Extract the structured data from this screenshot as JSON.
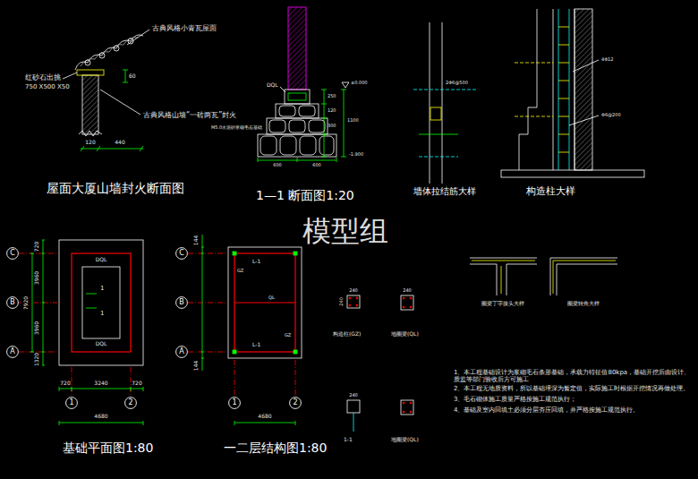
{
  "diagram": {
    "nodes": [
      {
        "text": [
          "C"
        ]
      },
      {
        "text": [
          "B"
        ]
      },
      {
        "text": [
          "A"
        ]
      },
      {
        "text": [
          "1"
        ]
      },
      {
        "text": [
          "2"
        ]
      },
      {
        "text": [
          "C"
        ]
      },
      {
        "text": [
          "B"
        ]
      },
      {
        "text": [
          "A"
        ]
      },
      {
        "text": [
          "1"
        ]
      },
      {
        "text": [
          "2"
        ]
      }
    ],
    "labels": [
      "古典风格小青瓦屋面",
      "红砂石出挑",
      "750 X500 X50",
      "古典风格山墙“一砖两瓦”封火",
      "60",
      "120",
      "440",
      "屋面大厦山墙封火断面图",
      "DQL",
      "±0.000",
      "250",
      "120",
      "300",
      "1100",
      "M5.0水泥砂浆砌毛石基础",
      "-1.900",
      "600",
      "600",
      "1—1 断面图1:20",
      "2Φ6@500",
      "墙体拉结筋大样",
      "4Φ12",
      "Φ6@200",
      "构造柱大样",
      "模型组",
      "720",
      "3960",
      "7920",
      "3960",
      "1320",
      "DQL",
      "DQL",
      "1",
      "1",
      "720",
      "3240",
      "720",
      "4680",
      "基础平面图1:80",
      "144",
      "144",
      "L-1",
      "L-1",
      "GZ",
      "GZ",
      "QL",
      "4680",
      "一二层结构图1:80",
      "240",
      "240",
      "构造柱(GZ)",
      "240",
      "地圈梁(QL)",
      "240",
      "1-1",
      "地圈梁(QL)",
      "圈梁丁字接头大样",
      "圈梁转角大样",
      "1、本工程基础设计为浆砌毛石条形基础，承载力特征值80kpa，基础开挖后由设计、质监等部门验收后方可施工",
      "2、本工程无地质资料，所以基础埋深为暂定值，实际施工时根据开挖情况再做处理。",
      "3、毛石砌体施工质量严格按施工规范执行；",
      "4、基础及室内回填土必须分层夯压回填，并严格按施工规范执行。"
    ]
  }
}
